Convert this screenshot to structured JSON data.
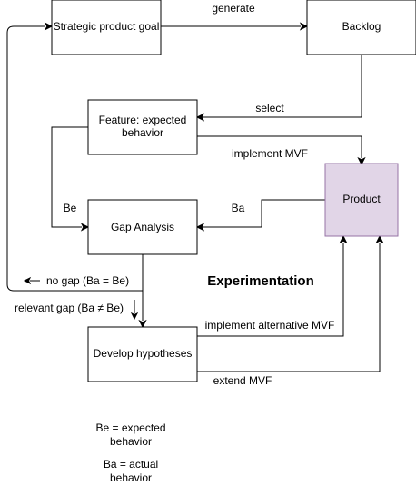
{
  "nodes": {
    "strategic_goal": {
      "label": "Strategic product goal"
    },
    "backlog": {
      "label": "Backlog"
    },
    "feature": {
      "label_line1": "Feature: expected",
      "label_line2": "behavior"
    },
    "product": {
      "label": "Product",
      "fill_color": "#e1d5e7",
      "stroke_color": "#9673a6"
    },
    "gap_analysis": {
      "label": "Gap Analysis"
    },
    "develop_hypotheses": {
      "label": "Develop hypotheses"
    }
  },
  "edges": {
    "generate": "generate",
    "select": "select",
    "implement_mvf": "implement MVF",
    "be": "Be",
    "ba": "Ba",
    "no_gap": "no gap (Ba = Be)",
    "relevant_gap": "relevant gap (Ba ≠ Be)",
    "implement_alternative_mvf": "implement alternative MVF",
    "extend_mvf": "extend MVF"
  },
  "heading": "Experimentation",
  "legend": {
    "be_line1": "Be = expected",
    "be_line2": "behavior",
    "ba_line1": "Ba = actual",
    "ba_line2": "behavior"
  }
}
